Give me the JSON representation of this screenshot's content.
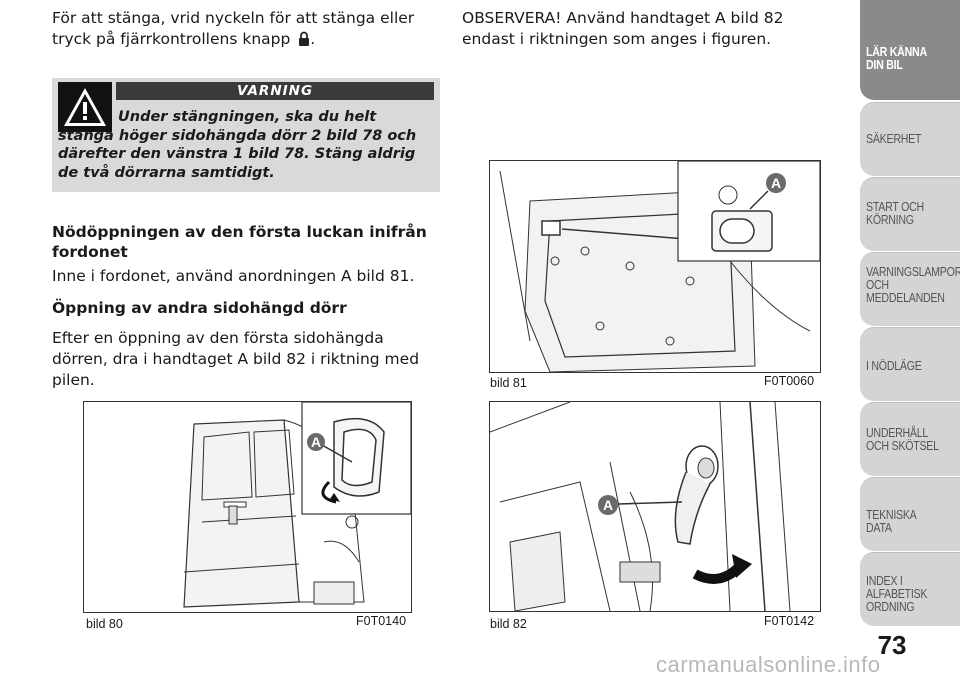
{
  "left": {
    "intro": "För att stänga, vrid nyckeln för att stänga eller tryck på fjärrkontrollens knapp",
    "intro_end": ".",
    "warning_title": "VARNING",
    "warning_text": "Under stängningen, ska du helt stänga höger sidohängda dörr 2 bild 78 och därefter den vänstra 1 bild 78. Stäng aldrig de två dörrarna samtidigt.",
    "heading1": "Nödöppningen av den första luckan inifrån fordonet",
    "para1": "Inne i fordonet, använd anordningen A bild 81.",
    "heading2": "Öppning av andra sidohängd dörr",
    "para2": "Efter en öppning av den första sidohängda dörren, dra i handtaget A bild 82 i riktning med pilen."
  },
  "right": {
    "note": "OBSERVERA! Använd handtaget A bild 82 endast i riktningen som anges i figuren."
  },
  "figures": {
    "fig80": {
      "label": "bild 80",
      "code": "F0T0140",
      "callout": "A"
    },
    "fig81": {
      "label": "bild 81",
      "code": "F0T0060",
      "callout": "A"
    },
    "fig82": {
      "label": "bild 82",
      "code": "F0T0142",
      "callout": "A"
    }
  },
  "nav": {
    "tabs": [
      {
        "label": "LÄR KÄNNA DIN BIL",
        "active": true
      },
      {
        "label": "SÄKERHET"
      },
      {
        "label": "START OCH KÖRNING"
      },
      {
        "label": "VARNINGSLAMPOR OCH MEDDELANDEN"
      },
      {
        "label": "I NÖDLÄGE"
      },
      {
        "label": "UNDERHÅLL OCH SKÖTSEL"
      },
      {
        "label": "TEKNISKA DATA"
      },
      {
        "label": "INDEX I ALFABETISK ORDNING"
      }
    ]
  },
  "page_number": "73",
  "watermark": "carmanualsonline.info"
}
